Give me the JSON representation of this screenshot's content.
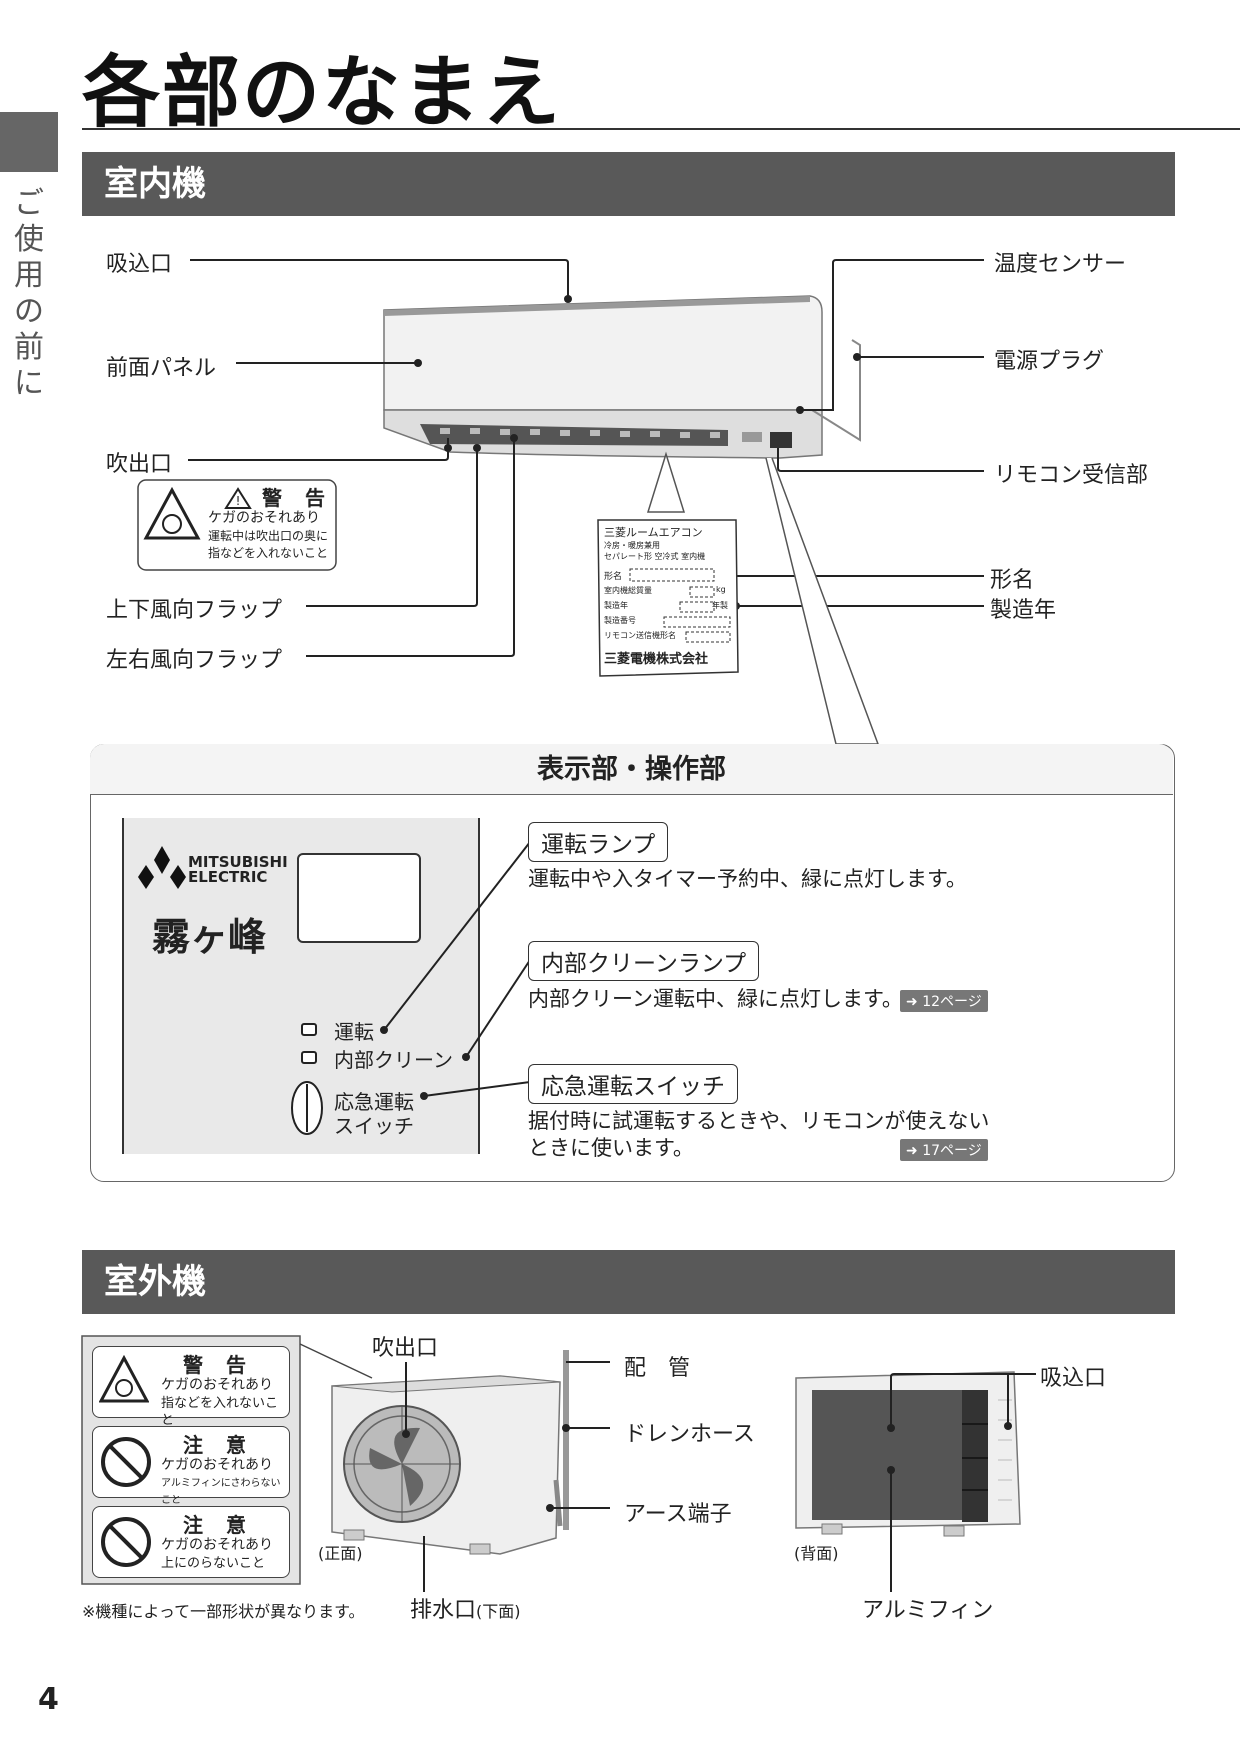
{
  "page": {
    "title": "各部のなまえ",
    "side_label": "ご使用の前に",
    "number": "4"
  },
  "indoor": {
    "heading": "室内機",
    "labels": {
      "intake": "吸込口",
      "front_panel": "前面パネル",
      "outlet": "吹出口",
      "updown_flap": "上下風向フラップ",
      "leftright_flap": "左右風向フラップ",
      "temp_sensor": "温度センサー",
      "power_plug": "電源プラグ",
      "remote_receiver": "リモコン受信部",
      "model_name": "形名",
      "manufacture_year": "製造年"
    },
    "warning": {
      "title": "警 告",
      "line1": "ケガのおそれあり",
      "line2": "運転中は吹出口の奥に",
      "line3": "指などを入れないこと"
    },
    "nameplate": {
      "line1": "三菱ルームエアコン",
      "line2": "冷房・暖房兼用",
      "line3": "セパレート形 空冷式 室内機",
      "row_model": "形名",
      "row_weight": "室内機総質量",
      "row_weight_unit": "kg",
      "row_year": "製造年",
      "row_year_unit": "年製",
      "row_serial": "製造番号",
      "row_remote": "リモコン送信機形名",
      "maker": "三菱電機株式会社"
    }
  },
  "panel": {
    "heading": "表示部・操作部",
    "brand": {
      "line1": "MITSUBISHI",
      "line2": "ELECTRIC",
      "product": "霧ヶ峰"
    },
    "face_labels": {
      "run": "運転",
      "clean": "内部クリーン",
      "emergency1": "応急運転",
      "emergency2": "スイッチ"
    },
    "items": [
      {
        "tag": "運転ランプ",
        "desc": "運転中や入タイマー予約中、緑に点灯します。",
        "ref": ""
      },
      {
        "tag": "内部クリーンランプ",
        "desc": "内部クリーン運転中、緑に点灯します。",
        "ref": "12ページ"
      },
      {
        "tag": "応急運転スイッチ",
        "desc": "据付時に試運転するときや、リモコンが使えない",
        "desc2": "ときに使います。",
        "ref": "17ページ"
      }
    ]
  },
  "outdoor": {
    "heading": "室外機",
    "labels": {
      "outlet": "吹出口",
      "piping": "配　管",
      "drain_hose": "ドレンホース",
      "earth": "アース端子",
      "drain_port": "排水口",
      "drain_port_note": "(下面)",
      "intake": "吸込口",
      "fin": "アルミフィン",
      "front": "(正面)",
      "back": "(背面)"
    },
    "warnings": [
      {
        "title": "警 告",
        "line1": "ケガのおそれあり",
        "line2": "指などを入れないこと"
      },
      {
        "title": "注 意",
        "line1": "ケガのおそれあり",
        "line2": "アルミフィンにさわらないこと"
      },
      {
        "title": "注 意",
        "line1": "ケガのおそれあり",
        "line2": "上にのらないこと"
      }
    ],
    "footnote": "※機種によって一部形状が異なります。"
  },
  "colors": {
    "section_bar": "#595959",
    "panel_face": "#e9e9e9"
  }
}
